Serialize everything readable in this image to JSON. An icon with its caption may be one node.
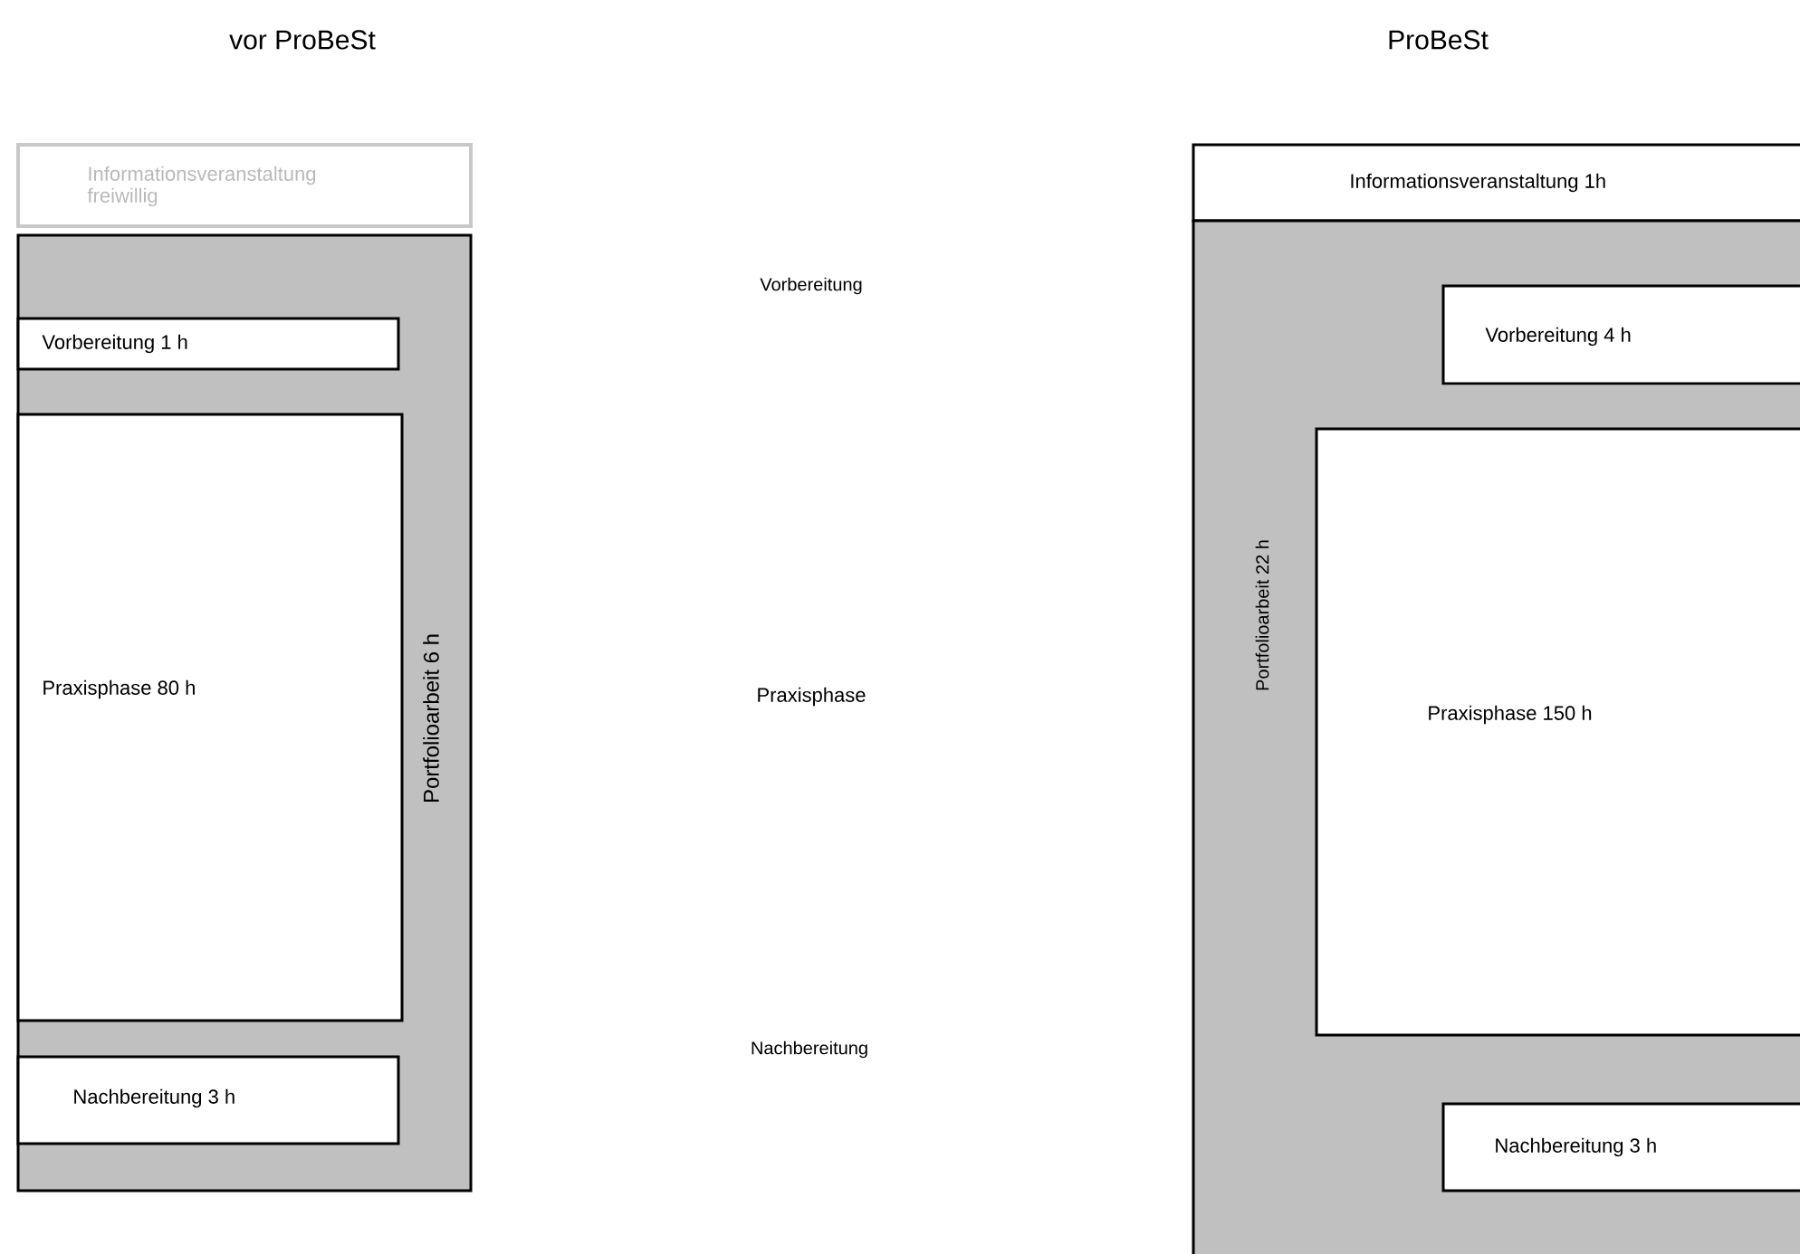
{
  "diagram": {
    "nodes": [
      {
        "text": [
          "Informationsveranstaltung freiwillig"
        ]
      },
      {
        "text": [
          "Portfolioarbeit 6 h"
        ]
      },
      {
        "text": [
          "Vorbereitung 1 h"
        ],
        "in": 1
      },
      {
        "text": [
          "Praxisphase 80 h"
        ],
        "in": 1
      },
      {
        "text": [
          "Nachbereitung 3 h"
        ],
        "in": 1
      },
      {
        "text": [
          "Informationsveranstaltung 1h"
        ]
      },
      {
        "text": [
          "Portfolioarbeit 22 h"
        ]
      },
      {
        "text": [
          "Vorbereitung 4 h"
        ],
        "in": 6
      },
      {
        "text": [
          "Praxisphase 150 h"
        ],
        "in": 6
      },
      {
        "text": [
          "Nachbereitung 3 h"
        ],
        "in": 6
      }
    ],
    "labels": [
      "vor ProBeSt",
      "ProBeSt",
      "Vorbereitung",
      "Praxisphase",
      "Nachbereitung"
    ]
  }
}
